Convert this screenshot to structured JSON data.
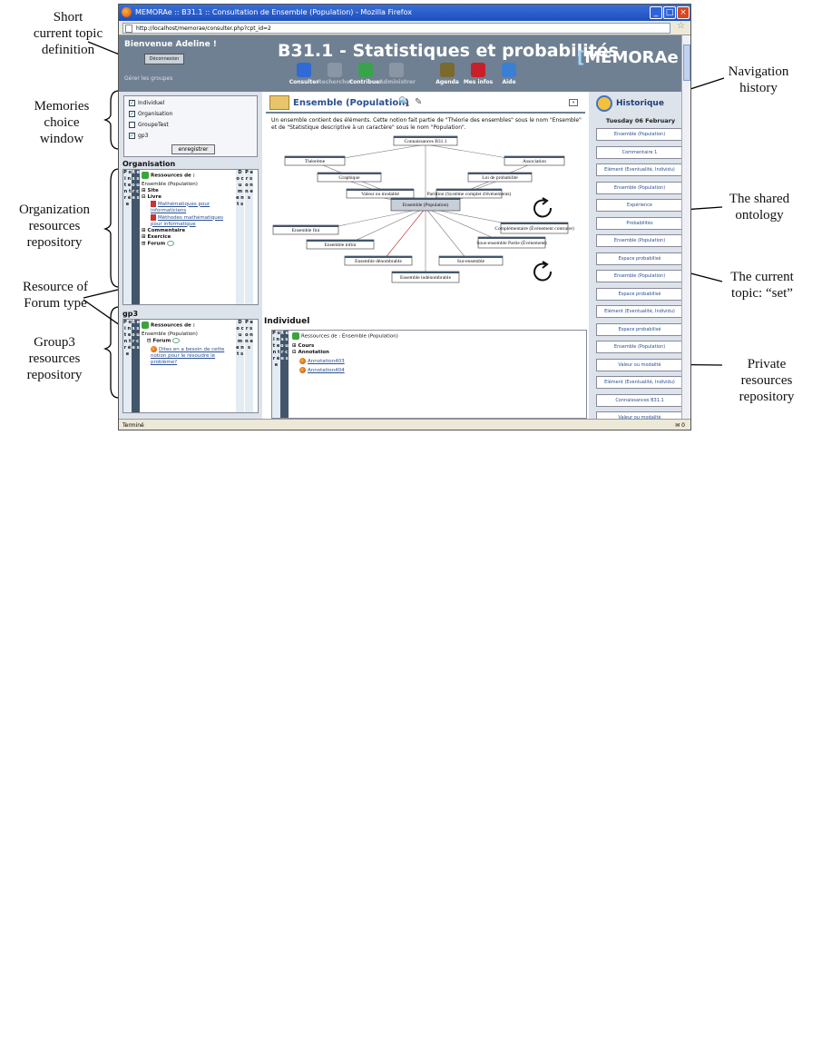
{
  "annotations": {
    "short_definition": [
      "Short",
      "current topic",
      "definition"
    ],
    "memories_window": [
      "Memories",
      "choice",
      "window"
    ],
    "org_repo": [
      "Organization",
      "resources",
      "repository"
    ],
    "forum_resource": [
      "Resource of",
      "Forum type"
    ],
    "group3_repo": [
      "Group3",
      "resources",
      "repository"
    ],
    "nav_history": [
      "Navigation",
      "history"
    ],
    "shared_ontology": [
      "The shared",
      "ontology"
    ],
    "current_topic": [
      "The current",
      "topic: “set”"
    ],
    "private_repo": [
      "Private",
      "resources",
      "repository"
    ]
  },
  "browser": {
    "window_title": "MEMORAe :: B31.1 :: Consultation de Ensemble (Population) - Mozilla Firefox",
    "url": "http://localhost/memorae/consulter.php?cpt_id=2",
    "status": "Terminé",
    "status_count": "0"
  },
  "app": {
    "welcome": "Bienvenue Adeline !",
    "logout_label": "Déconnexion",
    "manage_groups": "Gérer les groupes",
    "title": "B31.1 - Statistiques et probabilités",
    "logo": "MEMORAe",
    "toolbar": [
      {
        "label": "Consulter",
        "icon": "consult-icon",
        "color": "#2f6ad6"
      },
      {
        "label": "Rechercher",
        "icon": "search-icon",
        "color": "#8a96a3"
      },
      {
        "label": "Contribuer",
        "icon": "contribute-icon",
        "color": "#39a34a"
      },
      {
        "label": "Administrer",
        "icon": "admin-icon",
        "color": "#8a96a3"
      },
      {
        "label": "Agenda",
        "icon": "agenda-icon",
        "color": "#7a6a2c"
      },
      {
        "label": "Mes infos",
        "icon": "user-icon",
        "color": "#c7202a"
      },
      {
        "label": "Aide",
        "icon": "help-icon",
        "color": "#3a7fd4"
      }
    ]
  },
  "memories": {
    "items": [
      {
        "label": "Individuel",
        "checked": true
      },
      {
        "label": "Organisation",
        "checked": true
      },
      {
        "label": "GroupeTest",
        "checked": false
      },
      {
        "label": "gp3",
        "checked": true
      }
    ],
    "save_label": "enregistrer"
  },
  "org_repo": {
    "title": "Organisation",
    "strip_left": "Point d'entrée",
    "strip_res": "Ressources",
    "strip_docs": "Documents",
    "strip_pers": "Personnes",
    "resources_label": "Ressources de :",
    "topic": "Ensemble (Population)",
    "site": "Site",
    "livre": "Livre",
    "book1": "Mathématiques pour informaticiens",
    "book2": "Méthodes mathématiques pour informatique",
    "commentaire": "Commentaire",
    "exercice": "Exercice",
    "forum": "Forum"
  },
  "gp3_repo": {
    "title": "gp3",
    "resources_label": "Ressources de :",
    "topic": "Ensemble (Population)",
    "forum": "Forum",
    "post": "Dites en a besoin de cette notion pour le résoudre le problème?"
  },
  "main": {
    "topic_title": "Ensemble (Population)",
    "definition": "Un ensemble contient des éléments. Cette notion fait partie de \"Théorie des ensembles\" sous le nom \"Ensemble\" et de \"Statistique descriptive à un caractère\" sous le nom \"Population\".",
    "ontology_nodes": {
      "root": "Connaissances B31.1",
      "theorie": "Théorème",
      "association": "Association",
      "graphique": "Graphique",
      "loi": "Loi de probabilité",
      "valeur": "Valeur ou modalité",
      "partition": "Partition (Système complet d'événements)",
      "current": "Ensemble (Population)",
      "fini": "Ensemble fini",
      "complementaire": "Complémentaire (Événement contraire)",
      "infini": "Ensemble infini",
      "sous_ensemble": "Sous-ensemble Partie (Événement)",
      "denombrable": "Ensemble dénombrable",
      "sur_ensemble": "Sur-ensemble",
      "indenombrable": "Ensemble indénombrable"
    },
    "indiv_title": "Individuel",
    "indiv_resources_label": "Ressources de : Ensemble (Population)",
    "indiv_cours": "Cours",
    "indiv_annotation": "Annotation",
    "annotations": [
      "Annotation403",
      "Annotation404"
    ]
  },
  "history": {
    "title": "Historique",
    "date": "Tuesday 06 February",
    "items": [
      "Ensemble (Population)",
      "Commentaire 1",
      "Elément (Eventualité, Individu)",
      "Ensemble (Population)",
      "Expérience",
      "Probabilités",
      "Ensemble (Population)",
      "Espace probabilisé",
      "Ensemble (Population)",
      "Espace probabilisé",
      "Elément (Eventualité, Individu)",
      "Espace probabilisé",
      "Ensemble (Population)",
      "Valeur ou modalité",
      "Elément (Eventualité, Individu)",
      "Connaissances B31.1",
      "Valeur ou modalité"
    ]
  }
}
